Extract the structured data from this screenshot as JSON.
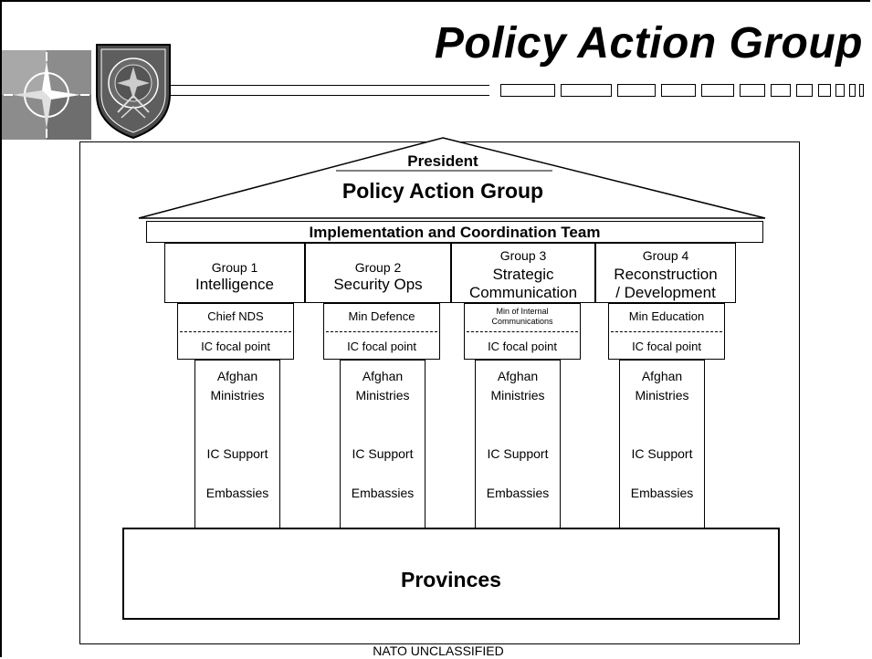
{
  "slide": {
    "title": "Policy Action Group",
    "footer": "NATO UNCLASSIFIED"
  },
  "diagram": {
    "president": "President",
    "policy_action_group": "Policy Action Group",
    "implementation_team": "Implementation and Coordination Team",
    "groups": [
      {
        "number": "Group 1",
        "name_line1": "Intelligence",
        "name_line2": "",
        "lead": "Chief NDS",
        "focal": "IC focal point",
        "items": [
          "Afghan",
          "Ministries",
          "IC Support",
          "Embassies"
        ]
      },
      {
        "number": "Group 2",
        "name_line1": "Security Ops",
        "name_line2": "",
        "lead": "Min Defence",
        "focal": "IC focal point",
        "items": [
          "Afghan",
          "Ministries",
          "IC Support",
          "Embassies"
        ]
      },
      {
        "number": "Group 3",
        "name_line1": "Strategic",
        "name_line2": "Communication",
        "lead_line1": "Min of Internal",
        "lead_line2": "Communications",
        "focal": "IC focal point",
        "items": [
          "Afghan",
          "Ministries",
          "IC Support",
          "Embassies"
        ]
      },
      {
        "number": "Group 4",
        "name_line1": "Reconstruction",
        "name_line2": "/ Development",
        "lead": "Min Education",
        "focal": "IC focal point",
        "items": [
          "Afghan",
          "Ministries",
          "IC Support",
          "Embassies"
        ]
      }
    ],
    "provinces": "Provinces"
  }
}
